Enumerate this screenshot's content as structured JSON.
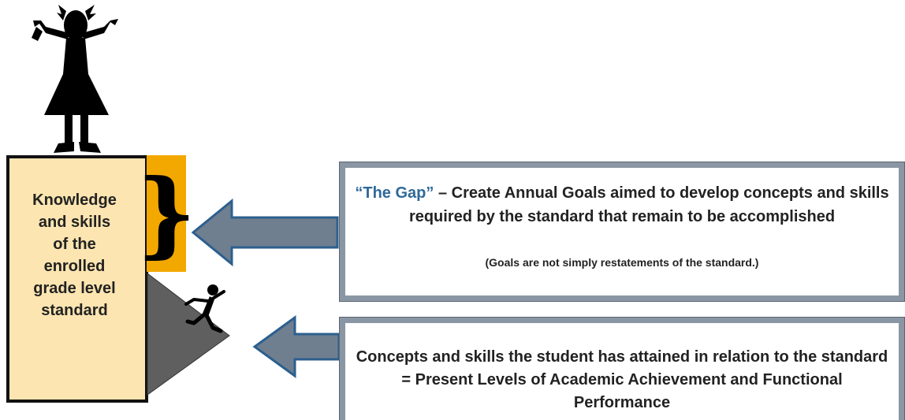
{
  "standard_box": {
    "lines": [
      "Knowledge",
      "and skills",
      "of the",
      "enrolled",
      "grade level",
      "standard"
    ]
  },
  "gap_brace": "}",
  "gap_box": {
    "label": "“The Gap”",
    "separator": " – ",
    "text": "Create Annual Goals aimed to develop concepts and skills required by the standard that remain to be accomplished",
    "note": "(Goals are not simply restatements of the standard.)"
  },
  "plaaf_box": {
    "text": "Concepts and skills the student has attained in relation to the standard = Present Levels of Academic Achievement and Functional Performance"
  },
  "colors": {
    "standard_fill": "#fce5b0",
    "gap_fill": "#f3a800",
    "triangle_fill": "#5f5f5f",
    "arrow_fill": "#6f7f90",
    "arrow_stroke": "#2c5f8e",
    "box_border": "#8a96a3",
    "gap_label": "#2f6a9a"
  },
  "icons": [
    "girl-cheering-icon",
    "climbing-person-icon",
    "left-arrow-icon"
  ]
}
